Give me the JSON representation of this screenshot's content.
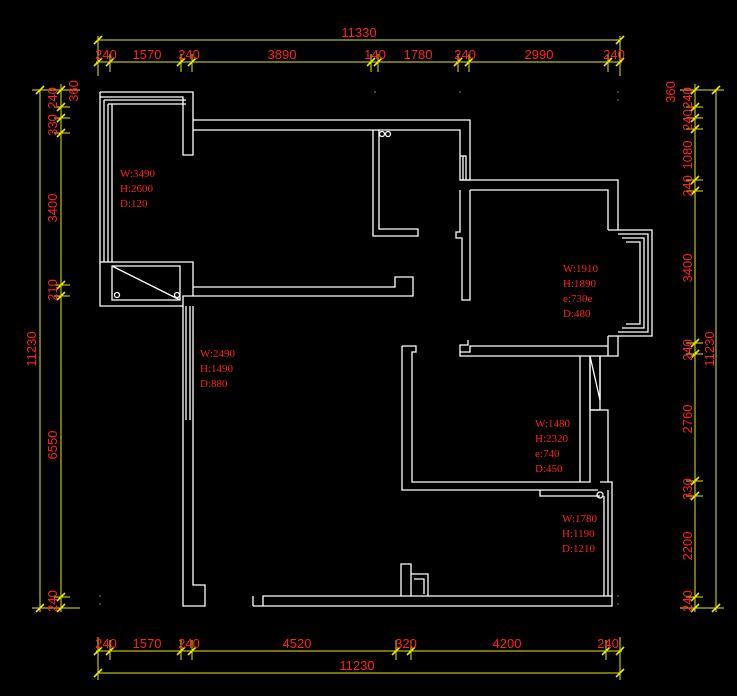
{
  "colors": {
    "background": "#000000",
    "walls": "#ffffff",
    "dimension_lines": "#e8e800",
    "text": "#ff2020"
  },
  "top_dimensions": {
    "overall": "11330",
    "segments": [
      "240",
      "1570",
      "240",
      "3890",
      "140",
      "1780",
      "240",
      "2990",
      "240"
    ]
  },
  "bottom_dimensions": {
    "overall": "11230",
    "segments": [
      "240",
      "1570",
      "240",
      "4520",
      "320",
      "4200",
      "240"
    ]
  },
  "left_dimensions": {
    "overall": "11230",
    "segments": [
      "360",
      "240",
      "330",
      "3400",
      "210",
      "6550",
      "240"
    ]
  },
  "right_dimensions": {
    "overall": "11230",
    "segments": [
      "360",
      "240",
      "240",
      "1080",
      "240",
      "3400",
      "240",
      "2760",
      "330",
      "2200",
      "240"
    ]
  },
  "annotations": [
    {
      "lines": [
        "W:3490",
        "H:2600",
        "D:120"
      ]
    },
    {
      "lines": [
        "W:1910",
        "H:1890",
        "e:730e",
        "D:480"
      ]
    },
    {
      "lines": [
        "W:2490",
        "H:1490",
        "D:880"
      ]
    },
    {
      "lines": [
        "W:1480",
        "H:2320",
        "e:740",
        "D:450"
      ]
    },
    {
      "lines": [
        "W:1780",
        "H:1190",
        "D:1210"
      ]
    }
  ]
}
